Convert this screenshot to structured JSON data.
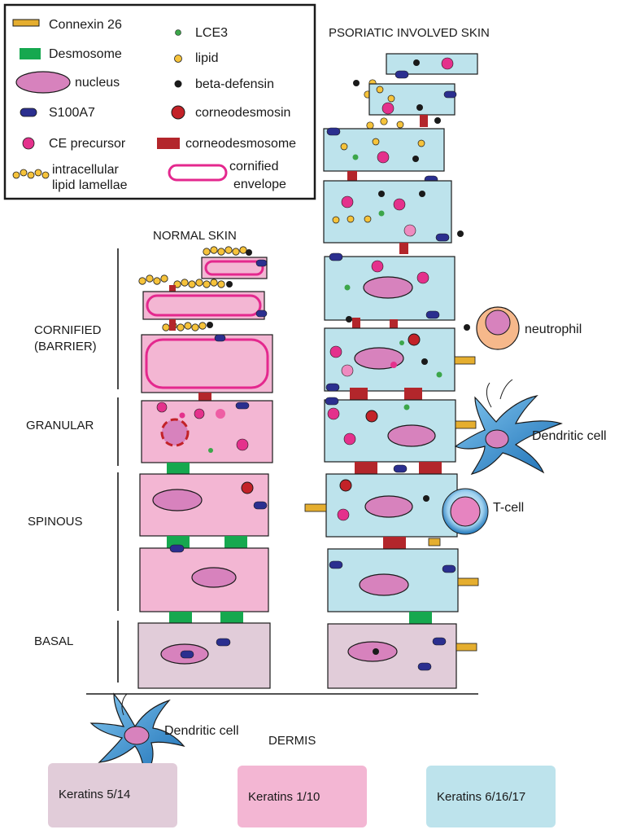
{
  "legend": {
    "connexin": "Connexin 26",
    "desmosome": "Desmosome",
    "nucleus": "nucleus",
    "s100a7": "S100A7",
    "ce_precursor": "CE precursor",
    "lipid_lamellae_1": "intracellular",
    "lipid_lamellae_2": "lipid lamellae",
    "lce3": "LCE3",
    "lipid": "lipid",
    "beta_defensin": "beta-defensin",
    "corneodesmosin": "corneodesmosin",
    "corneodesmosome": "corneodesmosome",
    "cornified_envelope_1": "cornified",
    "cornified_envelope_2": "envelope"
  },
  "headings": {
    "psoriatic": "PSORIATIC INVOLVED SKIN",
    "normal": "NORMAL SKIN",
    "dermis": "DERMIS"
  },
  "layers": {
    "cornified_1": "CORNIFIED",
    "cornified_2": "(BARRIER)",
    "granular": "GRANULAR",
    "spinous": "SPINOUS",
    "basal": "BASAL"
  },
  "cells": {
    "neutrophil": "neutrophil",
    "dendritic_right": "Dendritic cell",
    "tcell": "T-cell",
    "dendritic_dermis": "Dendritic cell"
  },
  "keratins": {
    "k5_14": "Keratins 5/14",
    "k1_10": "Keratins 1/10",
    "k6_16_17": "Keratins 6/16/17"
  },
  "colors": {
    "normal_cell": "#F3B6D3",
    "basal_cell": "#E1CCD9",
    "psoriatic_cell": "#BDE3EC",
    "nucleus": "#D782BD",
    "s100a7": "#2B2F8F",
    "ce_precursor": "#E4318C",
    "lipid": "#F6C33B",
    "lce3": "#3CA64A",
    "beta_defensin": "#1A1A1A",
    "corneodesmosin": "#C32228",
    "corneodesmosome": "#B3262B",
    "desmosome": "#16A84F",
    "connexin": "#E5AE2F",
    "cornified_envelope": "#E4288E",
    "dendritic": "#3A8FD0",
    "neutrophil": "#F6B88B"
  }
}
